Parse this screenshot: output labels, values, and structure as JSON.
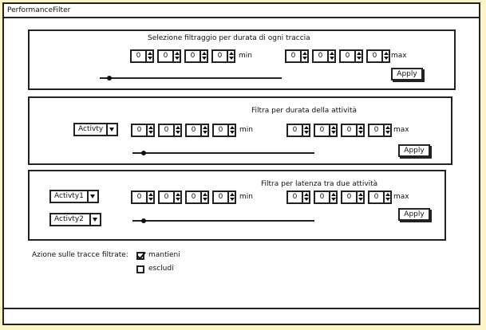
{
  "window": {
    "title": "PerformanceFilter"
  },
  "panel1": {
    "title": "Selezione filtraggio per durata di ogni traccia",
    "min_values": [
      "0",
      "0",
      "0",
      "0"
    ],
    "max_values": [
      "0",
      "0",
      "0",
      "0"
    ],
    "min_label": "min",
    "max_label": "max",
    "apply_label": "Apply"
  },
  "panel2": {
    "title": "Filtra per durata della attività",
    "activity_select": "Activty",
    "min_values": [
      "0",
      "0",
      "0",
      "0"
    ],
    "max_values": [
      "0",
      "0",
      "0",
      "0"
    ],
    "min_label": "min",
    "max_label": "max",
    "apply_label": "Apply"
  },
  "panel3": {
    "title": "Filtra per latenza tra due attività",
    "activity1_select": "Activty1",
    "activity2_select": "Activty2",
    "min_values": [
      "0",
      "0",
      "0",
      "0"
    ],
    "max_values": [
      "0",
      "0",
      "0",
      "0"
    ],
    "min_label": "min",
    "max_label": "max",
    "apply_label": "Apply"
  },
  "actions": {
    "label": "Azione sulle tracce filtrate:",
    "keep_label": "mantieni",
    "keep_checked": true,
    "exclude_label": "escludi",
    "exclude_checked": false
  }
}
